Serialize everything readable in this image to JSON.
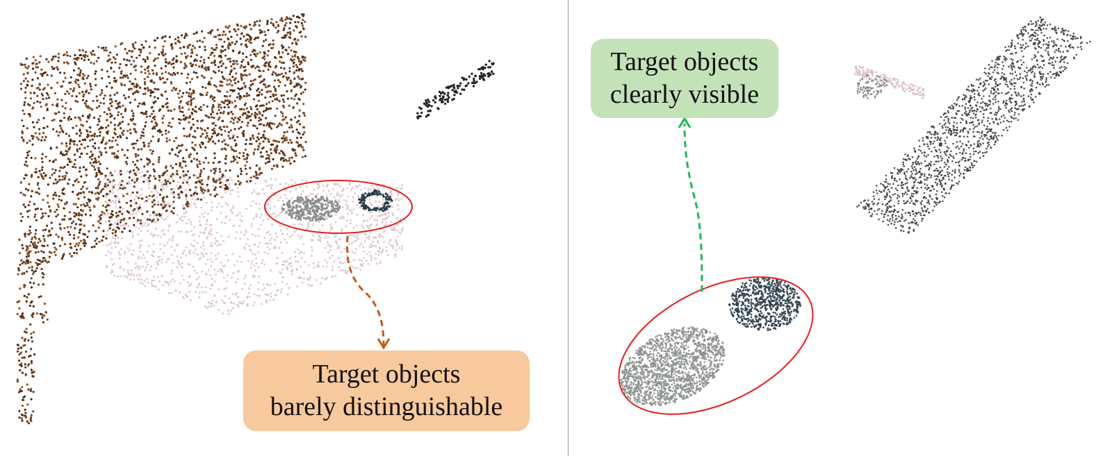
{
  "panels": {
    "left": {
      "name": "full-scene-view",
      "label": {
        "line1": "Target objects",
        "line2": "barely distinguishable"
      },
      "arrow_color": "#c55a11",
      "box_color": "#f8c99c"
    },
    "right": {
      "name": "zoomed-object-view",
      "label": {
        "line1": "Target objects",
        "line2": "clearly visible"
      },
      "arrow_color": "#1db954",
      "box_color": "#c4e2b8"
    }
  },
  "colors": {
    "wall_brown": "#6b3a17",
    "floor_pink": "#ddc4cc",
    "object_gray": "#8a8e8a",
    "object_dark": "#2a3d4c",
    "highlight_ring": "#e81c1c",
    "divider": "#9a9a9a"
  }
}
